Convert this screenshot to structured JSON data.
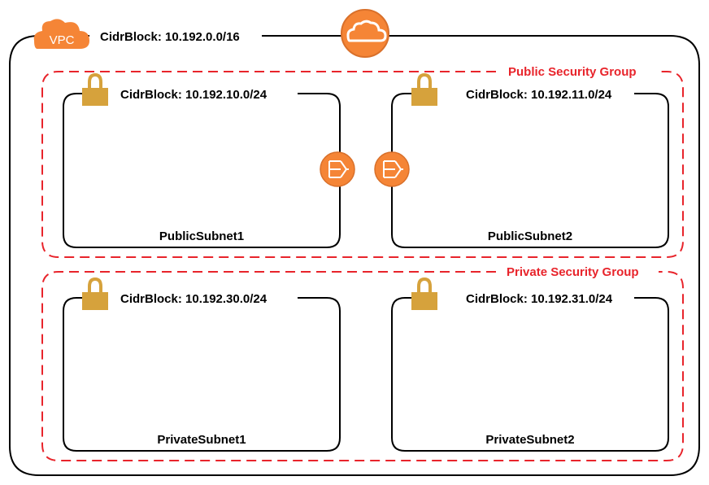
{
  "vpc": {
    "badge": "VPC",
    "cidr_label": "CidrBlock: 10.192.0.0/16",
    "icon": "cloud-icon"
  },
  "security_groups": {
    "public": {
      "label": "Public Security Group"
    },
    "private": {
      "label": "Private Security Group"
    }
  },
  "subnets": {
    "public1": {
      "cidr_label": "CidrBlock: 10.192.10.0/24",
      "name": "PublicSubnet1",
      "icon": "lock-icon"
    },
    "public2": {
      "cidr_label": "CidrBlock: 10.192.11.0/24",
      "name": "PublicSubnet2",
      "icon": "lock-icon"
    },
    "private1": {
      "cidr_label": "CidrBlock: 10.192.30.0/24",
      "name": "PrivateSubnet1",
      "icon": "lock-icon"
    },
    "private2": {
      "cidr_label": "CidrBlock: 10.192.31.0/24",
      "name": "PrivateSubnet2",
      "icon": "lock-icon"
    }
  },
  "nat_gateways": {
    "icon": "nat-gateway-icon",
    "count": 2
  },
  "colors": {
    "aws_orange": "#f58536",
    "lock_gold": "#d6a23c",
    "security_group_red": "#e8242b",
    "border": "#000000"
  }
}
